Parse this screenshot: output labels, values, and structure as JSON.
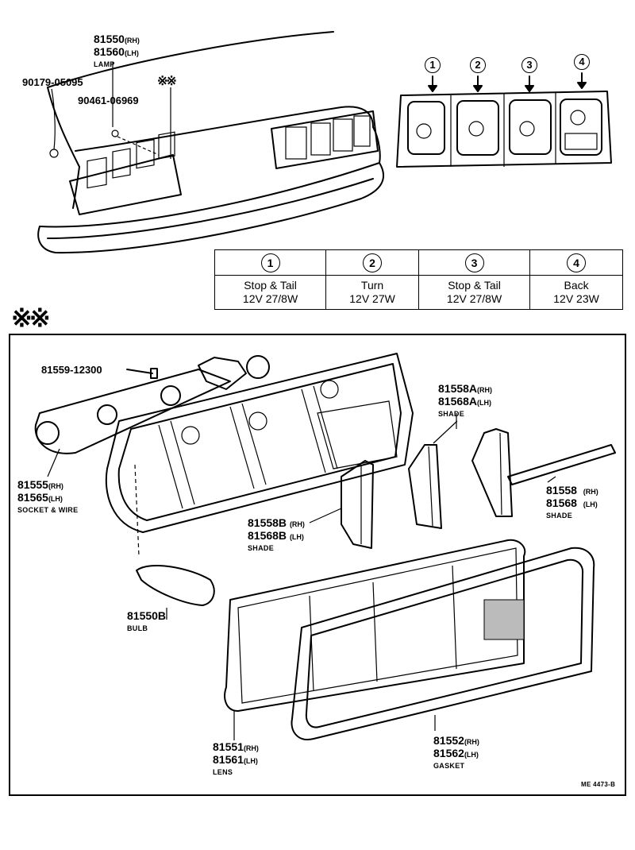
{
  "overview": {
    "lamp": {
      "rh": "81550",
      "rh_tag": "(RH)",
      "lh": "81560",
      "lh_tag": "(LH)",
      "name": "LAMP"
    },
    "nut": "90179-05095",
    "grommet": "90461-06969",
    "mark": "※※"
  },
  "markers": [
    "1",
    "2",
    "3",
    "4"
  ],
  "bulb_table": {
    "headers": [
      "1",
      "2",
      "3",
      "4"
    ],
    "rows": [
      {
        "name": "Stop & Tail",
        "spec": "12V 27/8W"
      },
      {
        "name": "Turn",
        "spec": "12V 27W"
      },
      {
        "name": "Stop & Tail",
        "spec": "12V 27/8W"
      },
      {
        "name": "Back",
        "spec": "12V 23W"
      }
    ]
  },
  "detail_mark": "※※",
  "parts": {
    "screw": "81559-12300",
    "socket": {
      "rh": "81555",
      "rh_tag": "(RH)",
      "lh": "81565",
      "lh_tag": "(LH)",
      "name": "SOCKET & WIRE"
    },
    "shade_a": {
      "rh": "81558A",
      "rh_tag": "(RH)",
      "lh": "81568A",
      "lh_tag": "(LH)",
      "name": "SHADE"
    },
    "shade_b": {
      "rh": "81558B",
      "rh_tag": "(RH)",
      "lh": "81568B",
      "lh_tag": "(LH)",
      "name": "SHADE"
    },
    "shade": {
      "rh": "81558",
      "rh_tag": "(RH)",
      "lh": "81568",
      "lh_tag": "(LH)",
      "name": "SHADE"
    },
    "bulb": {
      "num": "81550B",
      "name": "BULB"
    },
    "lens": {
      "rh": "81551",
      "rh_tag": "(RH)",
      "lh": "81561",
      "lh_tag": "(LH)",
      "name": "LENS"
    },
    "gasket": {
      "rh": "81552",
      "rh_tag": "(RH)",
      "lh": "81562",
      "lh_tag": "(LH)",
      "name": "GASKET"
    }
  },
  "footer_code": "ME 4473-B"
}
